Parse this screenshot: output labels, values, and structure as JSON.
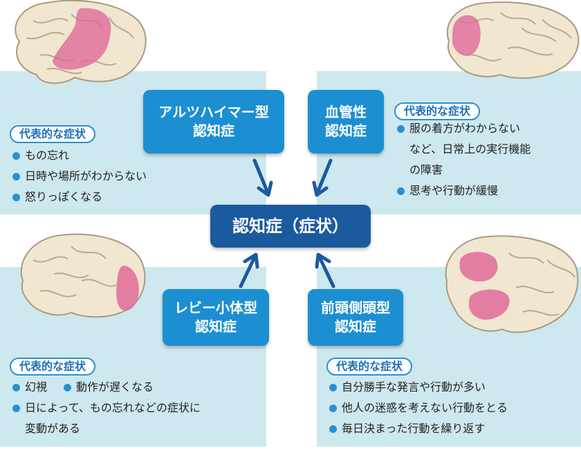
{
  "colors": {
    "panel": "#cde8ee",
    "box_blue": "#1c8fd2",
    "center_box": "#1b5a9e",
    "bullet": "#2a8fd2",
    "highlight": "#e06a9a"
  },
  "center": {
    "label": "認知症（症状）"
  },
  "types": {
    "alzheimer": {
      "line1": "アルツハイマー型",
      "line2": "認知症"
    },
    "vascular": {
      "line1": "血管性",
      "line2": "認知症"
    },
    "lewy": {
      "line1": "レビー小体型",
      "line2": "認知症"
    },
    "ftd": {
      "line1": "前頭側頭型",
      "line2": "認知症"
    }
  },
  "symptoms": {
    "alzheimer": {
      "heading": "代表的な症状",
      "items": [
        "もの忘れ",
        "日時や場所がわからない",
        "怒りっぽくなる"
      ]
    },
    "vascular": {
      "heading": "代表的な症状",
      "items": [
        "服の着方がわからない",
        "など、日常上の実行機能",
        "の障害",
        "思考や行動が緩慢"
      ]
    },
    "lewy": {
      "heading": "代表的な症状",
      "items": [
        "幻視",
        "動作が遅くなる",
        "日によって、もの忘れなどの症状に",
        "変動がある"
      ]
    },
    "ftd": {
      "heading": "代表的な症状",
      "items": [
        "自分勝手な発言や行動が多い",
        "他人の迷惑を考えない行動をとる",
        "毎日決まった行動を繰り返す"
      ]
    }
  },
  "icons": [
    "brain-left-view-icon",
    "brain-occipital-icon",
    "brain-frontal-icon",
    "brain-frontotemporal-icon",
    "arrow-icon"
  ]
}
